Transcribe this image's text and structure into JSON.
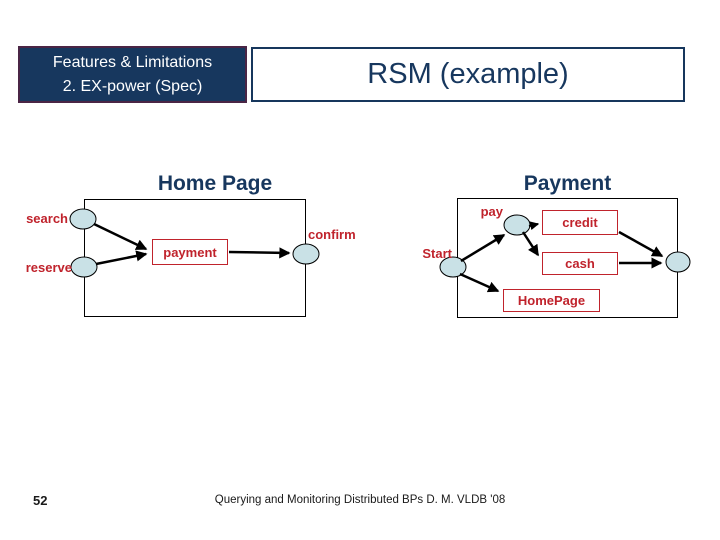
{
  "header": {
    "section": {
      "line1": "Features & Limitations",
      "line2": "2. EX-power (Spec)"
    },
    "title": "RSM (example)"
  },
  "machines": {
    "home_page": {
      "title": "Home Page",
      "states": {
        "search": "search",
        "reserve": "reserve",
        "confirm": "confirm"
      },
      "activities": {
        "payment": "payment"
      }
    },
    "payment": {
      "title": "Payment",
      "states": {
        "start": "Start",
        "pay": "pay"
      },
      "activities": {
        "credit": "credit",
        "cash": "cash",
        "homepage": "HomePage"
      }
    }
  },
  "footer": {
    "slide_number": "52",
    "text": "Querying and Monitoring Distributed BPs D. M. VLDB '08"
  },
  "colors": {
    "navy": "#17375E",
    "red": "#C0232C",
    "state_fill": "#C9E1E6",
    "state_stroke": "#000000",
    "arrow": "#000000",
    "section_border": "#4A2545"
  }
}
